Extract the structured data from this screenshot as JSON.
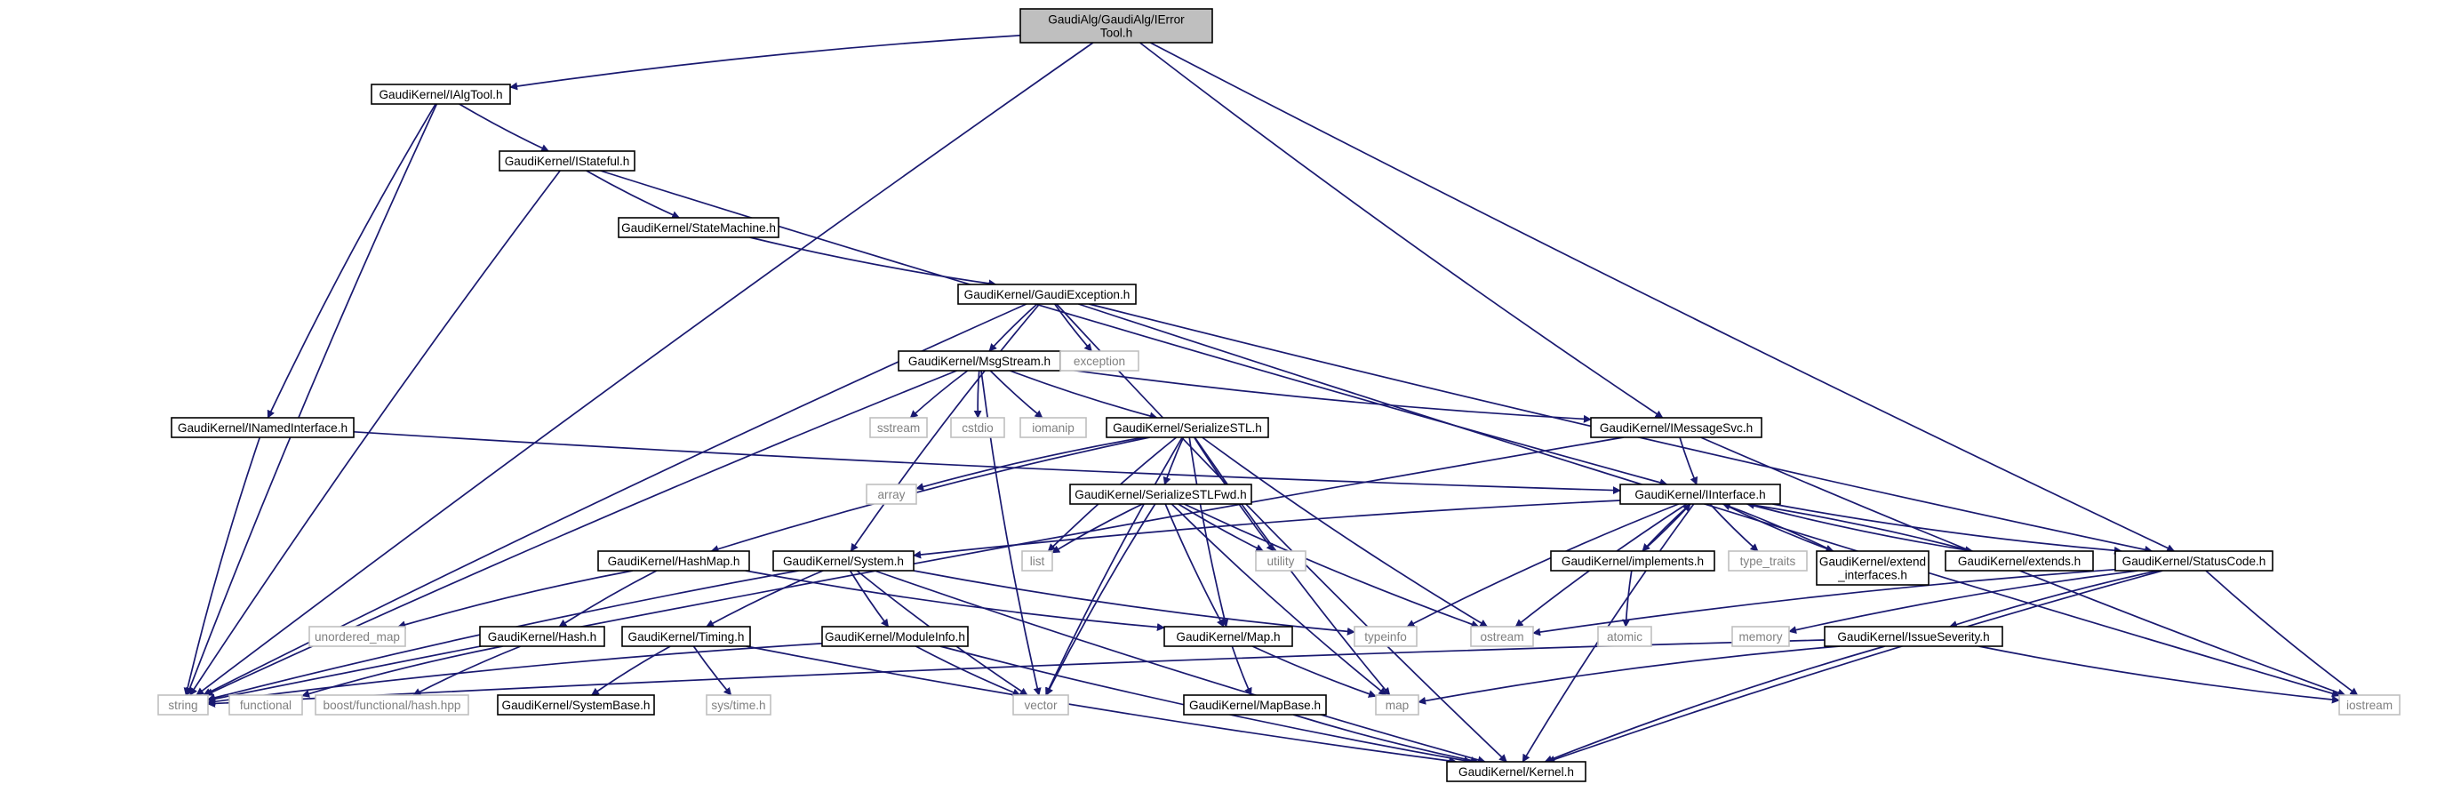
{
  "graph": {
    "nodes": [
      {
        "id": "ierrortool",
        "kind": "root",
        "lines": [
          "GaudiAlg/GaudiAlg/IError",
          "Tool.h"
        ]
      },
      {
        "id": "ialgtool",
        "kind": "internal",
        "lines": [
          "GaudiKernel/IAlgTool.h"
        ]
      },
      {
        "id": "istateful",
        "kind": "internal",
        "lines": [
          "GaudiKernel/IStateful.h"
        ]
      },
      {
        "id": "statemachine",
        "kind": "internal",
        "lines": [
          "GaudiKernel/StateMachine.h"
        ]
      },
      {
        "id": "gaudiexception",
        "kind": "internal",
        "lines": [
          "GaudiKernel/GaudiException.h"
        ]
      },
      {
        "id": "msgstream",
        "kind": "internal",
        "lines": [
          "GaudiKernel/MsgStream.h"
        ]
      },
      {
        "id": "exception",
        "kind": "external",
        "lines": [
          "exception"
        ]
      },
      {
        "id": "inamedinterface",
        "kind": "internal",
        "lines": [
          "GaudiKernel/INamedInterface.h"
        ]
      },
      {
        "id": "sstream",
        "kind": "external",
        "lines": [
          "sstream"
        ]
      },
      {
        "id": "cstdio",
        "kind": "external",
        "lines": [
          "cstdio"
        ]
      },
      {
        "id": "iomanip",
        "kind": "external",
        "lines": [
          "iomanip"
        ]
      },
      {
        "id": "serializestl",
        "kind": "internal",
        "lines": [
          "GaudiKernel/SerializeSTL.h"
        ]
      },
      {
        "id": "imessagesvc",
        "kind": "internal",
        "lines": [
          "GaudiKernel/IMessageSvc.h"
        ]
      },
      {
        "id": "array",
        "kind": "external",
        "lines": [
          "array"
        ]
      },
      {
        "id": "serializestlfwd",
        "kind": "internal",
        "lines": [
          "GaudiKernel/SerializeSTLFwd.h"
        ]
      },
      {
        "id": "iinterface",
        "kind": "internal",
        "lines": [
          "GaudiKernel/IInterface.h"
        ]
      },
      {
        "id": "list",
        "kind": "external",
        "lines": [
          "list"
        ]
      },
      {
        "id": "utility",
        "kind": "external",
        "lines": [
          "utility"
        ]
      },
      {
        "id": "hashmap",
        "kind": "internal",
        "lines": [
          "GaudiKernel/HashMap.h"
        ]
      },
      {
        "id": "system",
        "kind": "internal",
        "lines": [
          "GaudiKernel/System.h"
        ]
      },
      {
        "id": "implements",
        "kind": "internal",
        "lines": [
          "GaudiKernel/implements.h"
        ]
      },
      {
        "id": "type_traits",
        "kind": "external",
        "lines": [
          "type_traits"
        ]
      },
      {
        "id": "extend_interfaces",
        "kind": "internal",
        "lines": [
          "GaudiKernel/extend",
          "_interfaces.h"
        ]
      },
      {
        "id": "extends",
        "kind": "internal",
        "lines": [
          "GaudiKernel/extends.h"
        ]
      },
      {
        "id": "statuscode",
        "kind": "internal",
        "lines": [
          "GaudiKernel/StatusCode.h"
        ]
      },
      {
        "id": "unordered_map",
        "kind": "external",
        "lines": [
          "unordered_map"
        ]
      },
      {
        "id": "map_h",
        "kind": "internal",
        "lines": [
          "GaudiKernel/Map.h"
        ]
      },
      {
        "id": "typeinfo",
        "kind": "external",
        "lines": [
          "typeinfo"
        ]
      },
      {
        "id": "ostream",
        "kind": "external",
        "lines": [
          "ostream"
        ]
      },
      {
        "id": "atomic",
        "kind": "external",
        "lines": [
          "atomic"
        ]
      },
      {
        "id": "memory",
        "kind": "external",
        "lines": [
          "memory"
        ]
      },
      {
        "id": "hash_h",
        "kind": "internal",
        "lines": [
          "GaudiKernel/Hash.h"
        ]
      },
      {
        "id": "timing",
        "kind": "internal",
        "lines": [
          "GaudiKernel/Timing.h"
        ]
      },
      {
        "id": "moduleinfo",
        "kind": "internal",
        "lines": [
          "GaudiKernel/ModuleInfo.h"
        ]
      },
      {
        "id": "issueseverity",
        "kind": "internal",
        "lines": [
          "GaudiKernel/IssueSeverity.h"
        ]
      },
      {
        "id": "string",
        "kind": "external",
        "lines": [
          "string"
        ]
      },
      {
        "id": "functional",
        "kind": "external",
        "lines": [
          "functional"
        ]
      },
      {
        "id": "boosthash",
        "kind": "external",
        "lines": [
          "boost/functional/hash.hpp"
        ]
      },
      {
        "id": "systembase",
        "kind": "internal",
        "lines": [
          "GaudiKernel/SystemBase.h"
        ]
      },
      {
        "id": "systime",
        "kind": "external",
        "lines": [
          "sys/time.h"
        ]
      },
      {
        "id": "vector",
        "kind": "external",
        "lines": [
          "vector"
        ]
      },
      {
        "id": "mapbase",
        "kind": "internal",
        "lines": [
          "GaudiKernel/MapBase.h"
        ]
      },
      {
        "id": "map",
        "kind": "external",
        "lines": [
          "map"
        ]
      },
      {
        "id": "iostream",
        "kind": "external",
        "lines": [
          "iostream"
        ]
      },
      {
        "id": "kernel",
        "kind": "internal",
        "lines": [
          "GaudiKernel/Kernel.h"
        ]
      }
    ],
    "edges": [
      {
        "from": "ierrortool",
        "to": "ialgtool"
      },
      {
        "from": "ierrortool",
        "to": "string"
      },
      {
        "from": "ierrortool",
        "to": "imessagesvc"
      },
      {
        "from": "ierrortool",
        "to": "statuscode"
      },
      {
        "from": "ialgtool",
        "to": "istateful"
      },
      {
        "from": "ialgtool",
        "to": "inamedinterface"
      },
      {
        "from": "ialgtool",
        "to": "string"
      },
      {
        "from": "istateful",
        "to": "statemachine"
      },
      {
        "from": "istateful",
        "to": "iinterface"
      },
      {
        "from": "istateful",
        "to": "string"
      },
      {
        "from": "statemachine",
        "to": "gaudiexception"
      },
      {
        "from": "gaudiexception",
        "to": "msgstream"
      },
      {
        "from": "gaudiexception",
        "to": "exception"
      },
      {
        "from": "gaudiexception",
        "to": "system"
      },
      {
        "from": "gaudiexception",
        "to": "statuscode"
      },
      {
        "from": "gaudiexception",
        "to": "iostream"
      },
      {
        "from": "gaudiexception",
        "to": "kernel"
      },
      {
        "from": "gaudiexception",
        "to": "string"
      },
      {
        "from": "msgstream",
        "to": "sstream"
      },
      {
        "from": "msgstream",
        "to": "cstdio"
      },
      {
        "from": "msgstream",
        "to": "iomanip"
      },
      {
        "from": "msgstream",
        "to": "serializestl"
      },
      {
        "from": "msgstream",
        "to": "imessagesvc"
      },
      {
        "from": "msgstream",
        "to": "vector"
      },
      {
        "from": "msgstream",
        "to": "string"
      },
      {
        "from": "inamedinterface",
        "to": "iinterface"
      },
      {
        "from": "inamedinterface",
        "to": "string"
      },
      {
        "from": "serializestl",
        "to": "array"
      },
      {
        "from": "serializestl",
        "to": "serializestlfwd"
      },
      {
        "from": "serializestl",
        "to": "hashmap"
      },
      {
        "from": "serializestl",
        "to": "list"
      },
      {
        "from": "serializestl",
        "to": "utility"
      },
      {
        "from": "serializestl",
        "to": "map_h"
      },
      {
        "from": "serializestl",
        "to": "ostream"
      },
      {
        "from": "serializestl",
        "to": "vector"
      },
      {
        "from": "serializestl",
        "to": "map"
      },
      {
        "from": "imessagesvc",
        "to": "iinterface"
      },
      {
        "from": "imessagesvc",
        "to": "iostream"
      },
      {
        "from": "imessagesvc",
        "to": "string"
      },
      {
        "from": "serializestlfwd",
        "to": "list"
      },
      {
        "from": "serializestlfwd",
        "to": "utility"
      },
      {
        "from": "serializestlfwd",
        "to": "map_h"
      },
      {
        "from": "serializestlfwd",
        "to": "ostream"
      },
      {
        "from": "serializestlfwd",
        "to": "vector"
      },
      {
        "from": "serializestlfwd",
        "to": "map"
      },
      {
        "from": "iinterface",
        "to": "system"
      },
      {
        "from": "iinterface",
        "to": "implements"
      },
      {
        "from": "iinterface",
        "to": "type_traits"
      },
      {
        "from": "iinterface",
        "to": "extend_interfaces"
      },
      {
        "from": "iinterface",
        "to": "extends"
      },
      {
        "from": "iinterface",
        "to": "statuscode"
      },
      {
        "from": "iinterface",
        "to": "typeinfo"
      },
      {
        "from": "iinterface",
        "to": "ostream"
      },
      {
        "from": "iinterface",
        "to": "kernel"
      },
      {
        "from": "implements",
        "to": "iinterface"
      },
      {
        "from": "implements",
        "to": "atomic"
      },
      {
        "from": "extend_interfaces",
        "to": "iinterface"
      },
      {
        "from": "extends",
        "to": "iinterface"
      },
      {
        "from": "hashmap",
        "to": "unordered_map"
      },
      {
        "from": "hashmap",
        "to": "hash_h"
      },
      {
        "from": "hashmap",
        "to": "map_h"
      },
      {
        "from": "system",
        "to": "timing"
      },
      {
        "from": "system",
        "to": "moduleinfo"
      },
      {
        "from": "system",
        "to": "typeinfo"
      },
      {
        "from": "system",
        "to": "vector"
      },
      {
        "from": "system",
        "to": "kernel"
      },
      {
        "from": "system",
        "to": "string"
      },
      {
        "from": "statuscode",
        "to": "ostream"
      },
      {
        "from": "statuscode",
        "to": "memory"
      },
      {
        "from": "statuscode",
        "to": "issueseverity"
      },
      {
        "from": "statuscode",
        "to": "kernel"
      },
      {
        "from": "statuscode",
        "to": "iostream"
      },
      {
        "from": "map_h",
        "to": "mapbase"
      },
      {
        "from": "map_h",
        "to": "map"
      },
      {
        "from": "mapbase",
        "to": "kernel"
      },
      {
        "from": "hash_h",
        "to": "functional"
      },
      {
        "from": "hash_h",
        "to": "boosthash"
      },
      {
        "from": "timing",
        "to": "systembase"
      },
      {
        "from": "timing",
        "to": "systime"
      },
      {
        "from": "timing",
        "to": "kernel"
      },
      {
        "from": "moduleinfo",
        "to": "vector"
      },
      {
        "from": "moduleinfo",
        "to": "kernel"
      },
      {
        "from": "moduleinfo",
        "to": "string"
      },
      {
        "from": "issueseverity",
        "to": "map"
      },
      {
        "from": "issueseverity",
        "to": "iostream"
      },
      {
        "from": "issueseverity",
        "to": "kernel"
      },
      {
        "from": "issueseverity",
        "to": "string"
      }
    ]
  },
  "colors": {
    "edge": "#191970",
    "root_fill": "#bfbfbf",
    "root_border": "#000000",
    "internal_fill": "#ffffff",
    "internal_border": "#000000",
    "external_fill": "#ffffff",
    "external_border": "#bfbfbf",
    "text": "#000000",
    "external_text": "#808080"
  }
}
